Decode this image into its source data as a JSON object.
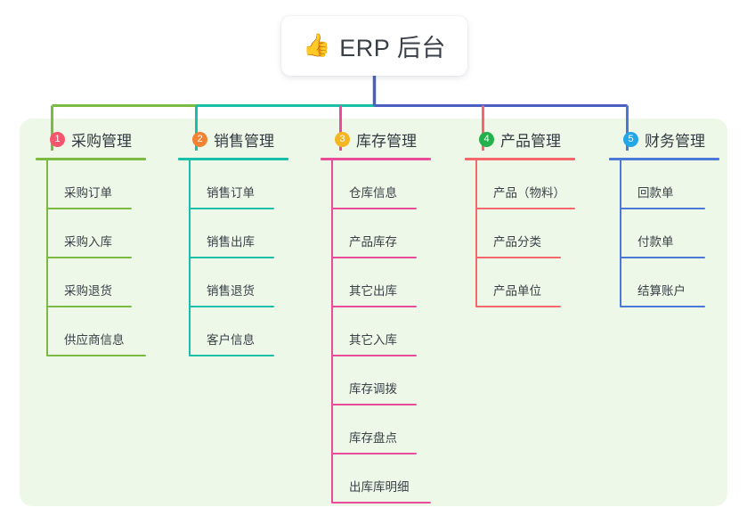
{
  "root": {
    "emoji": "👍",
    "emoji_name": "thumbs-up-icon",
    "title": "ERP 后台",
    "stem_color": "#4a5fc1"
  },
  "panel": {
    "background": "#eef8e8"
  },
  "bus": {
    "segments": [
      {
        "name": "green-left",
        "color": "#7cbb42"
      },
      {
        "name": "teal-mid-left",
        "color": "#19bfa8"
      },
      {
        "name": "indigo-right",
        "color": "#4a5fc1"
      }
    ]
  },
  "columns": [
    {
      "number": "1",
      "title": "采购管理",
      "color": "#7cbb42",
      "badge_color": "#f6566d",
      "drop_color": "#7cbb42",
      "items": [
        "采购订单",
        "采购入库",
        "采购退货",
        "供应商信息"
      ]
    },
    {
      "number": "2",
      "title": "销售管理",
      "color": "#19bfa8",
      "badge_color": "#f08232",
      "drop_color": "#19bfa8",
      "items": [
        "销售订单",
        "销售出库",
        "销售退货",
        "客户信息"
      ]
    },
    {
      "number": "3",
      "title": "库存管理",
      "color": "#ea4c9a",
      "badge_color": "#f5b721",
      "drop_color": "#ea4c9a",
      "items": [
        "仓库信息",
        "产品库存",
        "其它出库",
        "其它入库",
        "库存调拨",
        "库存盘点",
        "出库库明细"
      ]
    },
    {
      "number": "4",
      "title": "产品管理",
      "color": "#f4676b",
      "badge_color": "#22b14c",
      "drop_color": "#f4676b",
      "items": [
        "产品（物料）",
        "产品分类",
        "产品单位"
      ]
    },
    {
      "number": "5",
      "title": "财务管理",
      "color": "#4b79d6",
      "badge_color": "#22a7e8",
      "drop_color": "#4b79d6",
      "items": [
        "回款单",
        "付款单",
        "结算账户"
      ]
    }
  ]
}
